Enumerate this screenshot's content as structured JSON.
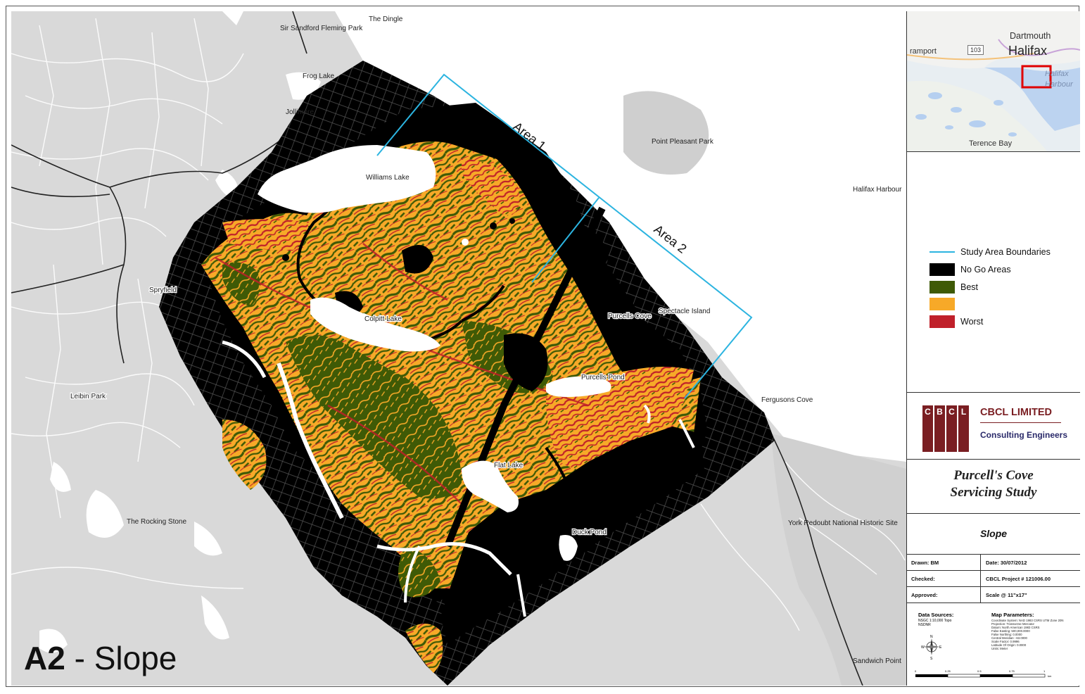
{
  "title": {
    "code": "A2",
    "separator": " - ",
    "name": "Slope"
  },
  "map_labels": {
    "the_dingle": "The Dingle",
    "sir_sandford": "Sir Sandford Fleming Park",
    "frog_lake": "Frog Lake",
    "jollimore": "Jollimore",
    "williams_lake": "Williams Lake",
    "point_pleasant": "Point Pleasant Park",
    "halifax_harbour": "Halifax Harbour",
    "spryfield": "Spryfield",
    "colpitt_lake": "Colpitt Lake",
    "purcells_cove": "Purcells Cove",
    "spectacle_island": "Spectacle Island",
    "purcells_pond": "Purcells Pond",
    "fergusons_cove": "Fergusons Cove",
    "leibin_park": "Leibin Park",
    "flat_lake": "Flat Lake",
    "rocking_stone": "The Rocking Stone",
    "duck_pond": "Duck Pond",
    "york_redoubt": "York Redoubt National Historic Site",
    "sandwich_point": "Sandwich Point",
    "area1": "Area 1",
    "area2": "Area 2"
  },
  "inset": {
    "dartmouth": "Dartmouth",
    "halifax": "Halifax",
    "ramport": "ramport",
    "route": "103",
    "halifax_harbour": "Halifax Harbour",
    "terence_bay": "Terence Bay"
  },
  "legend": {
    "items": [
      {
        "label": "Study Area Boundaries",
        "color": "#2cb4e0",
        "kind": "line"
      },
      {
        "label": "No Go Areas",
        "color": "#000000",
        "kind": "fill"
      },
      {
        "label": "Best",
        "color": "#3f5a06",
        "kind": "fill"
      },
      {
        "label": "",
        "color": "#f7a928",
        "kind": "fill"
      },
      {
        "label": "Worst",
        "color": "#c0202a",
        "kind": "fill"
      }
    ]
  },
  "company": {
    "letters": [
      "C",
      "B",
      "C",
      "L"
    ],
    "name": "CBCL LIMITED",
    "tagline": "Consulting Engineers",
    "brand_color": "#7a1e22"
  },
  "project": {
    "line1": "Purcell's Cove",
    "line2": "Servicing Study"
  },
  "sheet": {
    "title": "Slope"
  },
  "info": {
    "drawn": "Drawn: BM",
    "date": "Date: 30/07/2012",
    "checked": "Checked:",
    "project_no": "CBCL Project # 121006.00",
    "approved": "Approved:",
    "scale": "Scale @ 11\"x17\""
  },
  "data_sources": {
    "heading": "Data Sources:",
    "lines": [
      "NSGC 1:10,000 Topo",
      "NSDNR"
    ]
  },
  "map_parameters": {
    "heading": "Map Parameters:",
    "lines": [
      "Coordinate System: NAD 1983 CSRS UTM Zone 20N",
      "Projection: Transverse Mercator",
      "Datum: North American 1983 CSRS",
      "False Easting: 500,000.0000",
      "False Northing: 0.0000",
      "Central Meridian: -63.0000",
      "Scale Factor: 0.9996",
      "Latitude Of Origin: 0.0000",
      "Units: Meter"
    ]
  },
  "north_arrow": {
    "n": "N",
    "s": "S",
    "e": "E",
    "w": "W"
  },
  "scale_bar": {
    "ticks": [
      "0",
      "0.25",
      "0.5",
      "0.75",
      "1"
    ],
    "unit": "km"
  }
}
